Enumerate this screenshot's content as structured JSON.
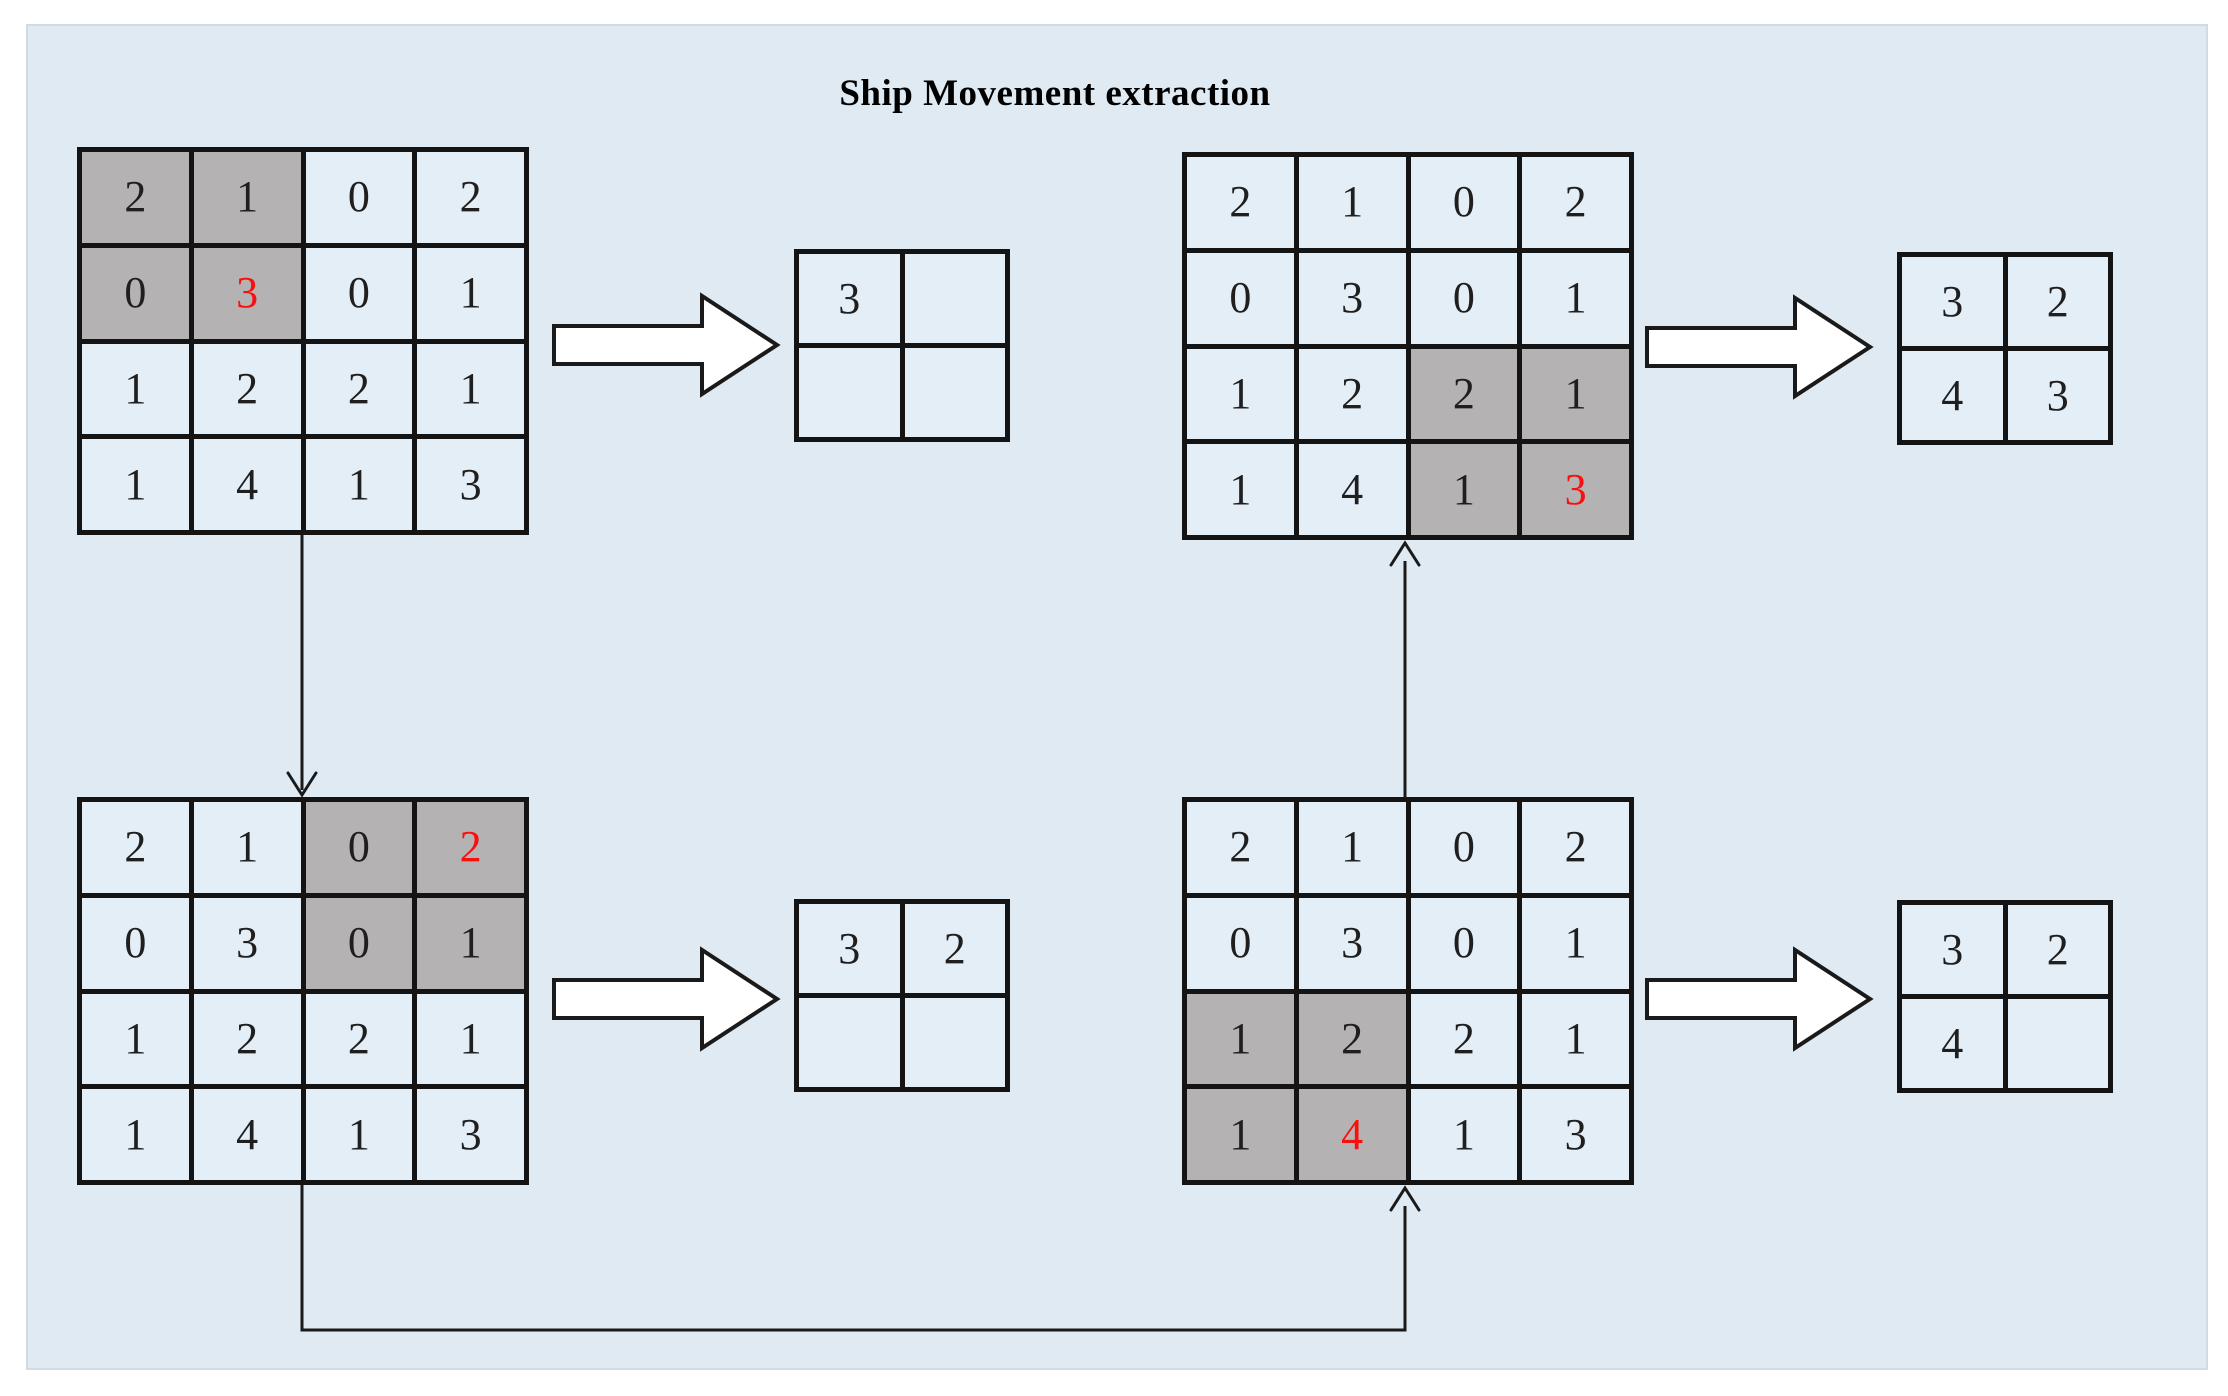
{
  "title": "Ship Movement extraction",
  "colors": {
    "page_bg": "#ffffff",
    "panel_bg": "#dfeaf3",
    "panel_border": "#d3dbe2",
    "cell_bg": "#e4eef7",
    "cell_gray": "#b5b2b4",
    "grid_line": "#141414",
    "number": "#1f1f1f",
    "number_red": "#f8100d",
    "connector": "#1a1a1a",
    "arrow_fill": "#ffffff"
  },
  "grids": [
    {
      "id": "top_left_input",
      "rows": 4,
      "cols": 4,
      "cells": [
        {
          "v": "2",
          "gray": true
        },
        {
          "v": "1",
          "gray": true
        },
        {
          "v": "0"
        },
        {
          "v": "2"
        },
        {
          "v": "0",
          "gray": true
        },
        {
          "v": "3",
          "gray": true,
          "red": true
        },
        {
          "v": "0"
        },
        {
          "v": "1"
        },
        {
          "v": "1"
        },
        {
          "v": "2"
        },
        {
          "v": "2"
        },
        {
          "v": "1"
        },
        {
          "v": "1"
        },
        {
          "v": "4"
        },
        {
          "v": "1"
        },
        {
          "v": "3"
        }
      ]
    },
    {
      "id": "top_left_output",
      "rows": 2,
      "cols": 2,
      "cells": [
        {
          "v": "3"
        },
        {
          "v": ""
        },
        {
          "v": ""
        },
        {
          "v": ""
        }
      ]
    },
    {
      "id": "top_right_input",
      "rows": 4,
      "cols": 4,
      "cells": [
        {
          "v": "2"
        },
        {
          "v": "1"
        },
        {
          "v": "0"
        },
        {
          "v": "2"
        },
        {
          "v": "0"
        },
        {
          "v": "3"
        },
        {
          "v": "0"
        },
        {
          "v": "1"
        },
        {
          "v": "1"
        },
        {
          "v": "2"
        },
        {
          "v": "2",
          "gray": true
        },
        {
          "v": "1",
          "gray": true
        },
        {
          "v": "1"
        },
        {
          "v": "4"
        },
        {
          "v": "1",
          "gray": true
        },
        {
          "v": "3",
          "gray": true,
          "red": true
        }
      ]
    },
    {
      "id": "top_right_output",
      "rows": 2,
      "cols": 2,
      "cells": [
        {
          "v": "3"
        },
        {
          "v": "2"
        },
        {
          "v": "4"
        },
        {
          "v": "3"
        }
      ]
    },
    {
      "id": "bottom_left_input",
      "rows": 4,
      "cols": 4,
      "cells": [
        {
          "v": "2"
        },
        {
          "v": "1"
        },
        {
          "v": "0",
          "gray": true
        },
        {
          "v": "2",
          "gray": true,
          "red": true
        },
        {
          "v": "0"
        },
        {
          "v": "3"
        },
        {
          "v": "0",
          "gray": true
        },
        {
          "v": "1",
          "gray": true
        },
        {
          "v": "1"
        },
        {
          "v": "2"
        },
        {
          "v": "2"
        },
        {
          "v": "1"
        },
        {
          "v": "1"
        },
        {
          "v": "4"
        },
        {
          "v": "1"
        },
        {
          "v": "3"
        }
      ]
    },
    {
      "id": "bottom_left_output",
      "rows": 2,
      "cols": 2,
      "cells": [
        {
          "v": "3"
        },
        {
          "v": "2"
        },
        {
          "v": ""
        },
        {
          "v": ""
        }
      ]
    },
    {
      "id": "bottom_right_input",
      "rows": 4,
      "cols": 4,
      "cells": [
        {
          "v": "2"
        },
        {
          "v": "1"
        },
        {
          "v": "0"
        },
        {
          "v": "2"
        },
        {
          "v": "0"
        },
        {
          "v": "3"
        },
        {
          "v": "0"
        },
        {
          "v": "1"
        },
        {
          "v": "1",
          "gray": true
        },
        {
          "v": "2",
          "gray": true
        },
        {
          "v": "2"
        },
        {
          "v": "1"
        },
        {
          "v": "1",
          "gray": true
        },
        {
          "v": "4",
          "gray": true,
          "red": true
        },
        {
          "v": "1"
        },
        {
          "v": "3"
        }
      ]
    },
    {
      "id": "bottom_right_output",
      "rows": 2,
      "cols": 2,
      "cells": [
        {
          "v": "3"
        },
        {
          "v": "2"
        },
        {
          "v": "4"
        },
        {
          "v": ""
        }
      ]
    }
  ]
}
